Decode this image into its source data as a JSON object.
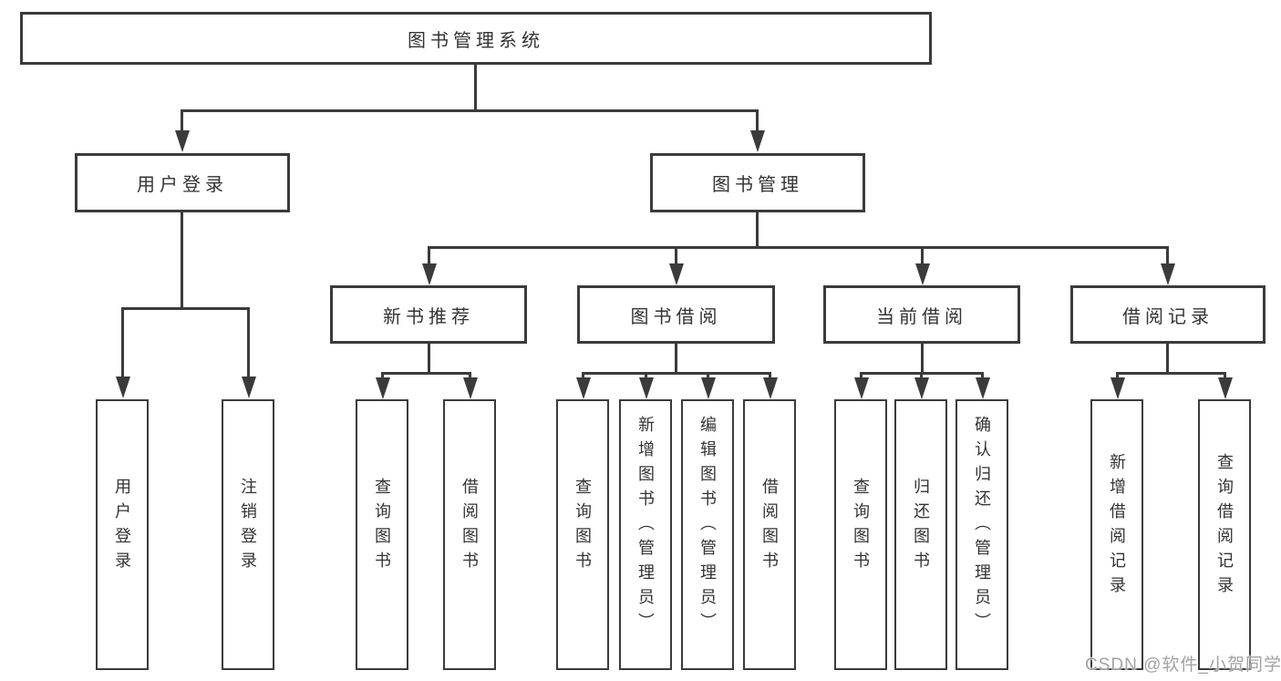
{
  "diagram": {
    "title": "图书管理系统",
    "level2": [
      "用户登录",
      "图书管理"
    ],
    "level3": [
      "新书推荐",
      "图书借阅",
      "当前借阅",
      "借阅记录"
    ],
    "leaves": {
      "user_login": [
        "用户登录",
        "注销登录"
      ],
      "new_books": [
        "查询图书",
        "借阅图书"
      ],
      "book_borrow": [
        "查询图书",
        "新增图书（管理员）",
        "编辑图书（管理员）",
        "借阅图书"
      ],
      "current_borrow": [
        "查询图书",
        "归还图书",
        "确认归还（管理员）"
      ],
      "borrow_records": [
        "新增借阅记录",
        "查询借阅记录"
      ]
    },
    "watermark": "CSDN @软件_小贺同学",
    "colors": {
      "line": "#3b3b3b",
      "text": "#333333",
      "watermark": "#a3a3a3",
      "background": "#ffffff"
    }
  }
}
